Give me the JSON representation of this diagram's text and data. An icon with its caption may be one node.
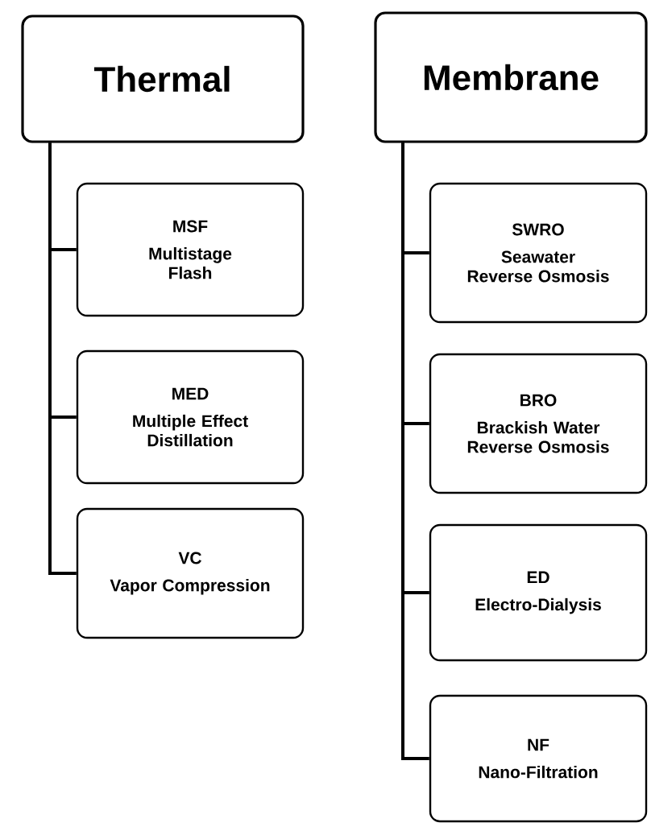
{
  "diagram": {
    "nodes": [
      {
        "text": [
          "Thermal"
        ]
      },
      {
        "text": [
          "MSF",
          "Multistage Flash"
        ]
      },
      {
        "text": [
          "MED",
          "Multiple Effect Distillation"
        ]
      },
      {
        "text": [
          "VC",
          "Vapor Compression"
        ]
      },
      {
        "text": [
          "Membrane"
        ]
      },
      {
        "text": [
          "SWRO",
          "Seawater Reverse Osmosis"
        ]
      },
      {
        "text": [
          "BRO",
          "Brackish Water Reverse Osmosis"
        ]
      },
      {
        "text": [
          "ED",
          "Electro-Dialysis"
        ]
      },
      {
        "text": [
          "NF",
          "Nano-Filtration"
        ]
      }
    ],
    "edges": [
      {
        "from": 0,
        "to": 1,
        "arrow": "none"
      },
      {
        "from": 0,
        "to": 2,
        "arrow": "none"
      },
      {
        "from": 0,
        "to": 3,
        "arrow": "none"
      },
      {
        "from": 4,
        "to": 5,
        "arrow": "none"
      },
      {
        "from": 4,
        "to": 6,
        "arrow": "none"
      },
      {
        "from": 4,
        "to": 7,
        "arrow": "none"
      },
      {
        "from": 4,
        "to": 8,
        "arrow": "none"
      }
    ]
  }
}
